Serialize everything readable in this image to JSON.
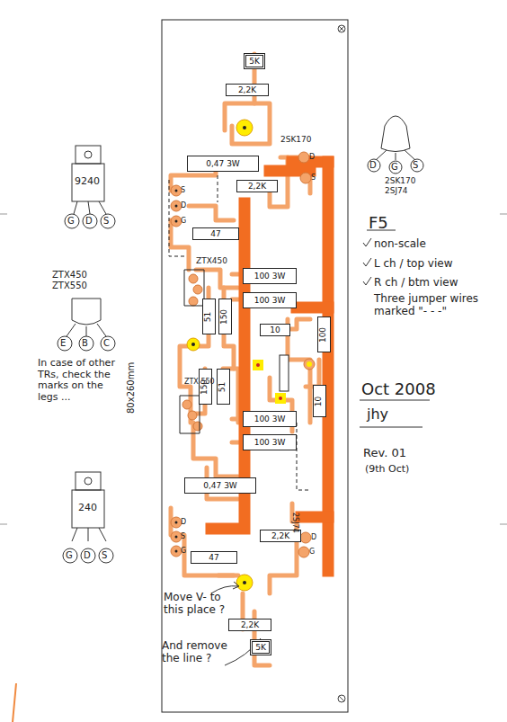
{
  "diagram": {
    "nodes": [
      {
        "text": [
          "5K"
        ]
      },
      {
        "text": [
          "2,2K"
        ]
      },
      {
        "text": [
          "0,47 3W"
        ]
      },
      {
        "text": [
          "2,2K"
        ]
      },
      {
        "text": [
          "47"
        ]
      },
      {
        "text": [
          "100 3W"
        ]
      },
      {
        "text": [
          "100 3W"
        ]
      },
      {
        "text": [
          "10"
        ]
      },
      {
        "text": [
          "100"
        ]
      },
      {
        "text": [
          "51"
        ]
      },
      {
        "text": [
          "150"
        ]
      },
      {
        "text": [
          "150"
        ]
      },
      {
        "text": [
          "51"
        ]
      },
      {
        "text": [
          "10"
        ]
      },
      {
        "text": [
          "100 3W"
        ]
      },
      {
        "text": [
          "100 3W"
        ]
      },
      {
        "text": [
          "0,47 3W"
        ]
      },
      {
        "text": [
          "2,2K"
        ]
      },
      {
        "text": [
          "47"
        ]
      },
      {
        "text": [
          "2,2K"
        ]
      },
      {
        "text": [
          "5K"
        ]
      }
    ],
    "labels": [
      "2SK170",
      "S",
      "D",
      "G",
      "D",
      "S",
      "ZTX450",
      "ZTX 550",
      "D",
      "S",
      "G",
      "D",
      "G",
      "2SJ74",
      "9240",
      "G",
      "D",
      "S",
      "ZTX450",
      "ZTX550",
      "E",
      "B",
      "C",
      "In case of other TRs, check the marks on the legs ...",
      "240",
      "G",
      "D",
      "S",
      "80x260mm",
      "D",
      "G",
      "S",
      "2SK170",
      "2SJ74",
      "F5",
      "non-scale",
      "L ch / top view",
      "R ch / btm view",
      "Three jumper wires marked \"- - -\"",
      "Oct 2008",
      "jhy",
      "Rev. 01",
      "(9th Oct)",
      "Move V- to this place ?",
      "And remove the line ?"
    ]
  }
}
